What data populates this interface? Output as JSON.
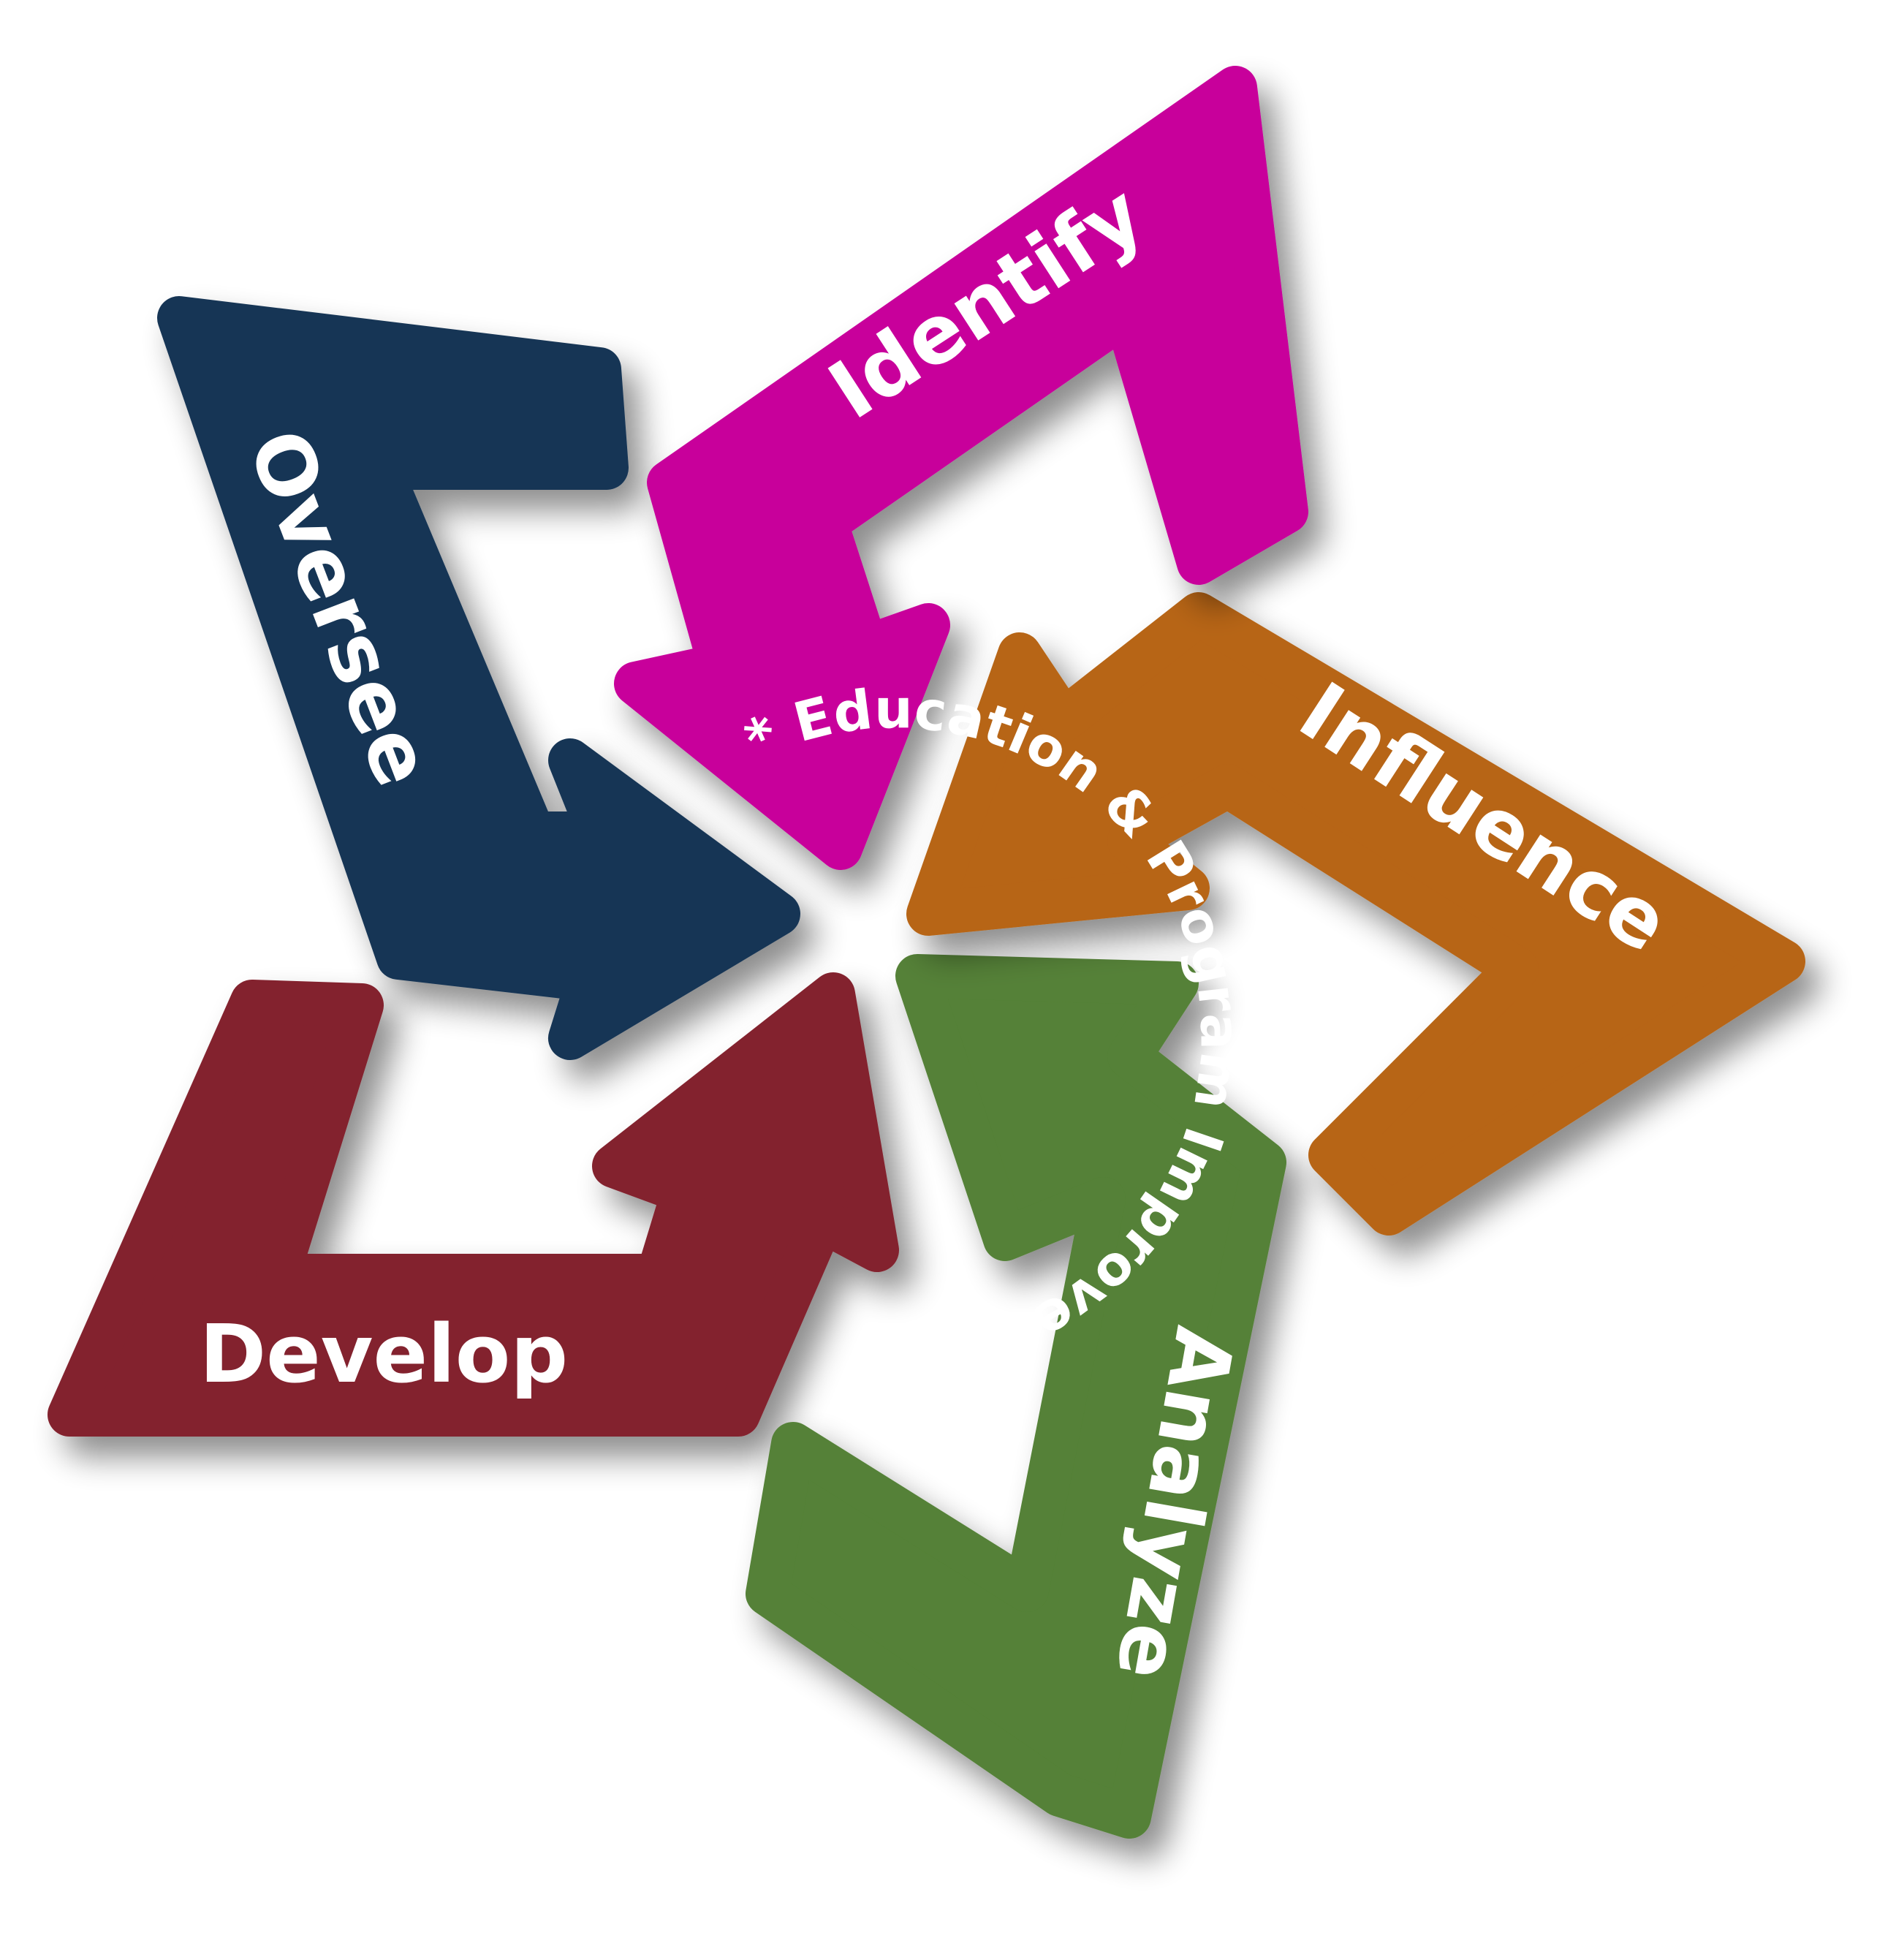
{
  "diagram": {
    "center_text": "* Education & Program Improvement",
    "stages": [
      {
        "id": "identify",
        "label": "Identify",
        "color": "#C8009B"
      },
      {
        "id": "influence",
        "label": "Influence",
        "color": "#B76516"
      },
      {
        "id": "analyze",
        "label": "Analyze",
        "color": "#548137"
      },
      {
        "id": "develop",
        "label": "Develop",
        "color": "#83232F"
      },
      {
        "id": "oversee",
        "label": "Oversee",
        "color": "#193655"
      }
    ],
    "shadow_color": "#000000"
  }
}
